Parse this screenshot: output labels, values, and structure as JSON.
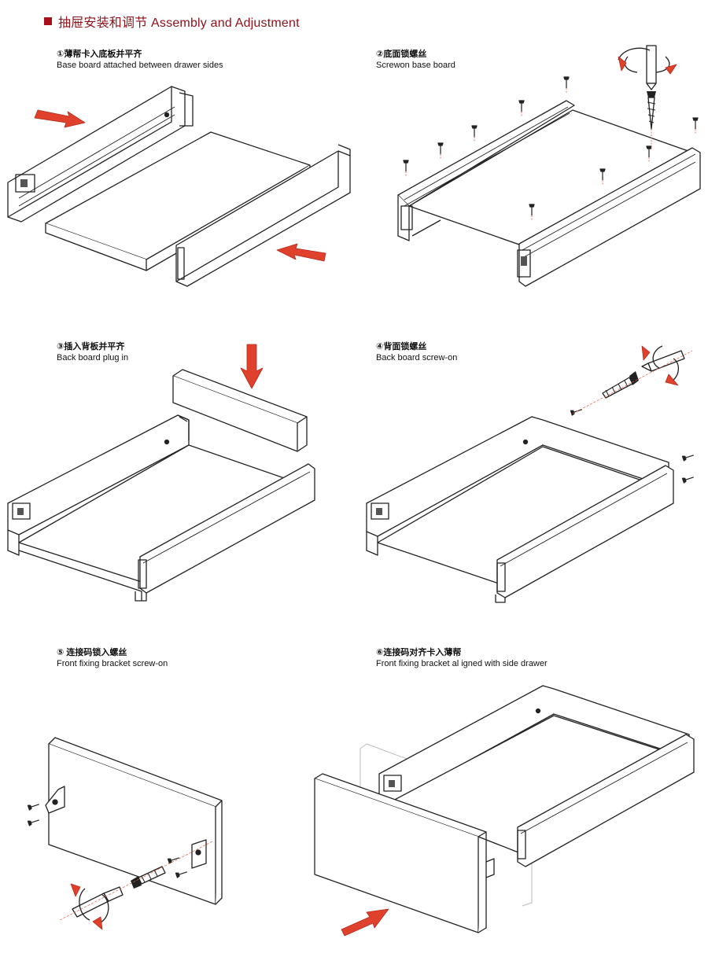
{
  "header": {
    "title": "抽屉安装和调节 Assembly and Adjustment"
  },
  "steps": [
    {
      "title": "①薄帮卡入底板并平齐",
      "subtitle": "Base board attached between drawer sides"
    },
    {
      "title": "②底面锁螺丝",
      "subtitle": "Screwon base board"
    },
    {
      "title": "③插入背板并平齐",
      "subtitle": "Back board plug in"
    },
    {
      "title": "④背面锁螺丝",
      "subtitle": "Back board screw-on"
    },
    {
      "title": "⑤ 连接码锁入螺丝",
      "subtitle": "Front fixing bracket screw-on"
    },
    {
      "title": "⑥连接码对齐卡入薄帮",
      "subtitle": "Front fixing bracket al igned with side drawer"
    }
  ],
  "colors": {
    "accent": "#a8111b",
    "arrow": "#e0412c",
    "line": "#222222",
    "screw": "#e05a40"
  },
  "icons": [
    "insert-arrow-icon",
    "rotation-arrow-icon",
    "screw-icon",
    "screwdriver-icon"
  ]
}
